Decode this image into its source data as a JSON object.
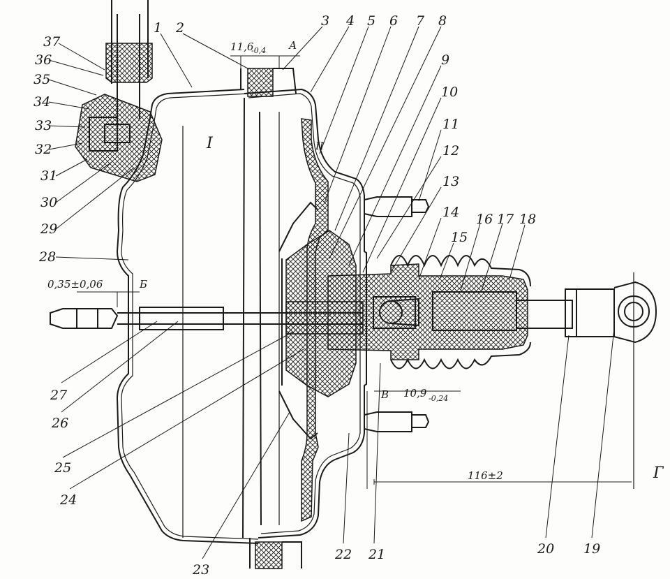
{
  "drawing": {
    "part_numbers": [
      "1",
      "2",
      "3",
      "4",
      "5",
      "6",
      "7",
      "8",
      "9",
      "10",
      "11",
      "12",
      "13",
      "14",
      "15",
      "16",
      "17",
      "18",
      "19",
      "20",
      "21",
      "22",
      "23",
      "24",
      "25",
      "26",
      "27",
      "28",
      "29",
      "30",
      "31",
      "32",
      "33",
      "34",
      "35",
      "36",
      "37"
    ],
    "cavity_labels": {
      "front": "I",
      "rear": "II"
    },
    "view_letters": {
      "a": "А",
      "b": "Б",
      "v": "В",
      "g": "Г"
    },
    "dimensions": {
      "gap_top": "11,6",
      "gap_top_tol": "-0,4",
      "rod_gap": "0,35±0,06",
      "push_rod_gap": "10,9",
      "push_rod_gap_tol": "-0,24",
      "overall": "116±2"
    }
  }
}
